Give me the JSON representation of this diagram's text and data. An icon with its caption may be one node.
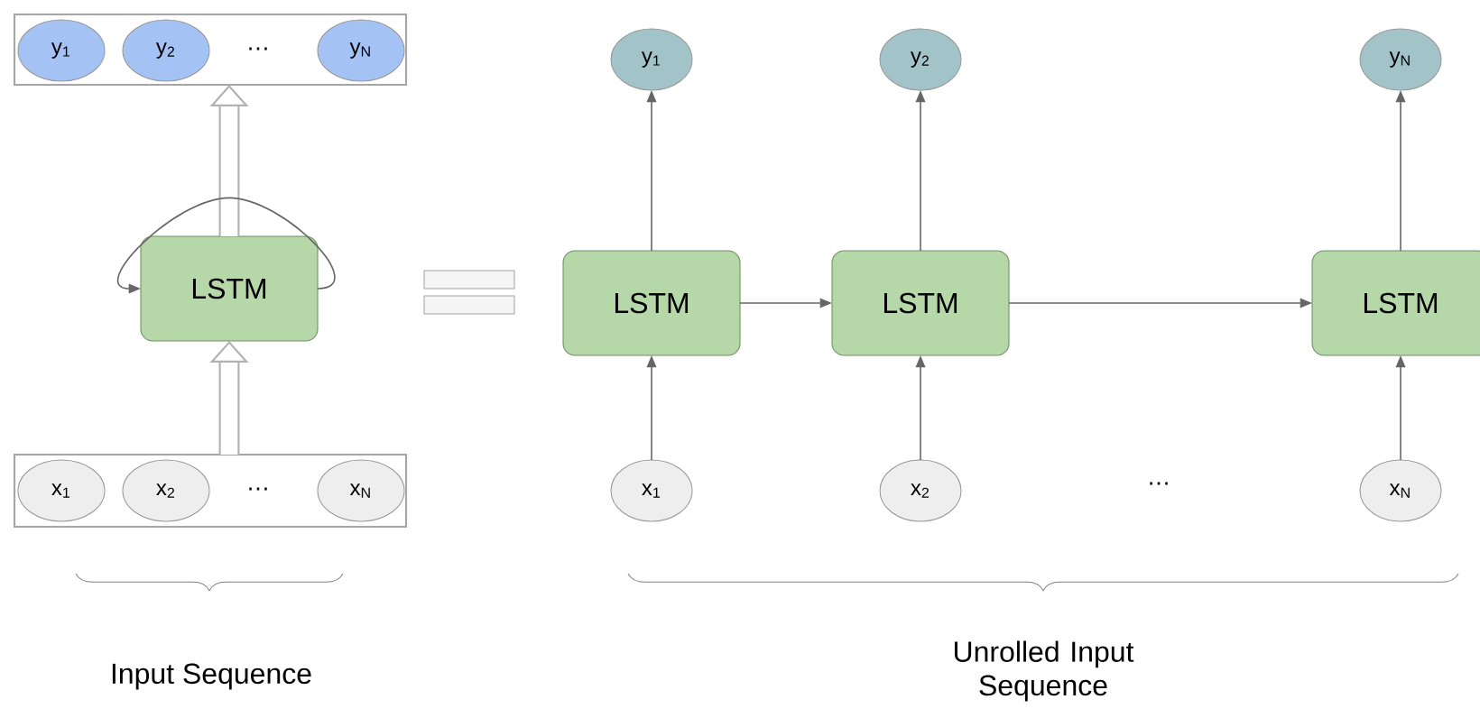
{
  "diagram": {
    "nodes": [
      {
        "text": [],
        "shape": "box"
      },
      {
        "text": [
          "y$_{1}$"
        ],
        "in": 0
      },
      {
        "text": [
          "y$_{2}$"
        ],
        "in": 0
      },
      {
        "text": [
          "y$_{N}$"
        ],
        "in": 0
      },
      {
        "text": [
          "LSTM"
        ]
      },
      {
        "text": [],
        "shape": "box"
      },
      {
        "text": [
          "x$_{1}$"
        ],
        "in": 5
      },
      {
        "text": [
          "x$_{2}$"
        ],
        "in": 5
      },
      {
        "text": [
          "x$_{N}$"
        ],
        "in": 5
      },
      {
        "text": [
          "y$_{1}$"
        ]
      },
      {
        "text": [
          "y$_{2}$"
        ]
      },
      {
        "text": [
          "y$_{N}$"
        ]
      },
      {
        "text": [
          "LSTM"
        ]
      },
      {
        "text": [
          "LSTM"
        ]
      },
      {
        "text": [
          "LSTM"
        ]
      },
      {
        "text": [
          "x$_{1}$"
        ]
      },
      {
        "text": [
          "x$_{2}$"
        ]
      },
      {
        "text": [
          "x$_{N}$"
        ]
      }
    ],
    "edges": [
      {
        "from": 5,
        "to": 4,
        "arrow": "to",
        "style": "thick"
      },
      {
        "from": 4,
        "to": 0,
        "arrow": "to",
        "style": "thick"
      },
      {
        "from": 4,
        "to": 4,
        "arrow": "to"
      },
      {
        "from": 15,
        "to": 12,
        "arrow": "to"
      },
      {
        "from": 12,
        "to": 9,
        "arrow": "to"
      },
      {
        "from": 16,
        "to": 13,
        "arrow": "to"
      },
      {
        "from": 13,
        "to": 10,
        "arrow": "to"
      },
      {
        "from": 17,
        "to": 14,
        "arrow": "to"
      },
      {
        "from": 14,
        "to": 11,
        "arrow": "to"
      },
      {
        "from": 12,
        "to": 13,
        "arrow": "to"
      },
      {
        "from": 13,
        "to": 14,
        "arrow": "to"
      }
    ],
    "labels": [
      "…",
      "…",
      "…",
      "Input Sequence",
      "Unrolled Input Sequence"
    ]
  }
}
